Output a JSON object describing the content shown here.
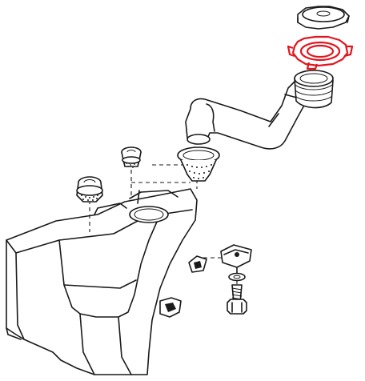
{
  "diagram": {
    "highlight_color": "#e0161f",
    "line_color": "#1a1a1a",
    "background": "#ffffff",
    "parts": [
      {
        "name": "filler-cap",
        "icon": "cap-icon"
      },
      {
        "name": "retaining-ring",
        "icon": "ring-icon",
        "highlighted": true
      },
      {
        "name": "filler-neck-hose",
        "icon": "hose-icon"
      },
      {
        "name": "strainer-basket",
        "icon": "strainer-icon"
      },
      {
        "name": "grommet-small",
        "icon": "grommet-icon"
      },
      {
        "name": "grommet-left",
        "icon": "grommet-icon"
      },
      {
        "name": "reservoir-tank",
        "icon": "tank-icon"
      },
      {
        "name": "clip-nut",
        "icon": "clip-nut-icon"
      },
      {
        "name": "washer",
        "icon": "washer-icon"
      },
      {
        "name": "bolt",
        "icon": "bolt-icon"
      }
    ]
  }
}
